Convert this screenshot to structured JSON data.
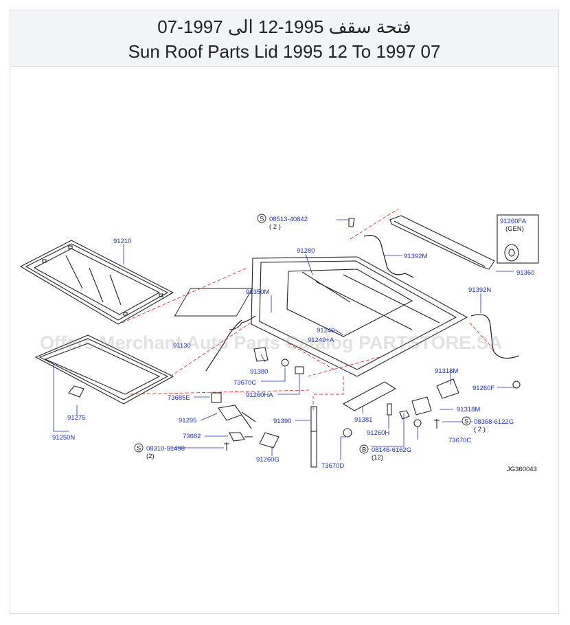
{
  "header": {
    "title_ar": "فتحة سقف 1995-12 الى 1997-07",
    "title_en": "Sun Roof Parts Lid 1995 12 To 1997 07"
  },
  "watermark": "Offers Merchant Auto Parts Catalog PARTSTORE.SA",
  "diagram_code": "JG360043",
  "colors": {
    "label": "#1a2fbf",
    "dash": "#e03030",
    "header_bg": "#f2f4f8"
  },
  "parts": {
    "p91210": "91210",
    "p91280": "91280",
    "p91350M": "91350M",
    "p91392M": "91392M",
    "p91360": "91360",
    "p91392N": "91392N",
    "p91249": "91249",
    "p91249A": "91249+A",
    "p91380": "91380",
    "p73670C_a": "73670C",
    "p91260HA": "91260HA",
    "p91318M_a": "91318M",
    "p91260F": "91260F",
    "p91318M_b": "91318M",
    "p73670C_b": "73670C",
    "p73685E": "73685E",
    "p91295": "91295",
    "p73682": "73682",
    "p91275": "91275",
    "p91250N": "91250N",
    "p91390": "91390",
    "p91381": "91381",
    "p91260H": "91260H",
    "p91260G": "91260G",
    "p73670D": "73670D",
    "p91130": "91130",
    "p91260FA": "91260FA",
    "gen": "(GEN)"
  },
  "fasteners": {
    "s1_code": "08513-40842",
    "s1_qty": "( 2 )",
    "s1_mark": "S",
    "s2_code": "08368-6122G",
    "s2_qty": "( 2 )",
    "s2_mark": "S",
    "s3_code": "08310-51498",
    "s3_qty": "(2)",
    "s3_mark": "S",
    "b1_code": "08146-6162G",
    "b1_qty": "(12)",
    "b1_mark": "B"
  }
}
